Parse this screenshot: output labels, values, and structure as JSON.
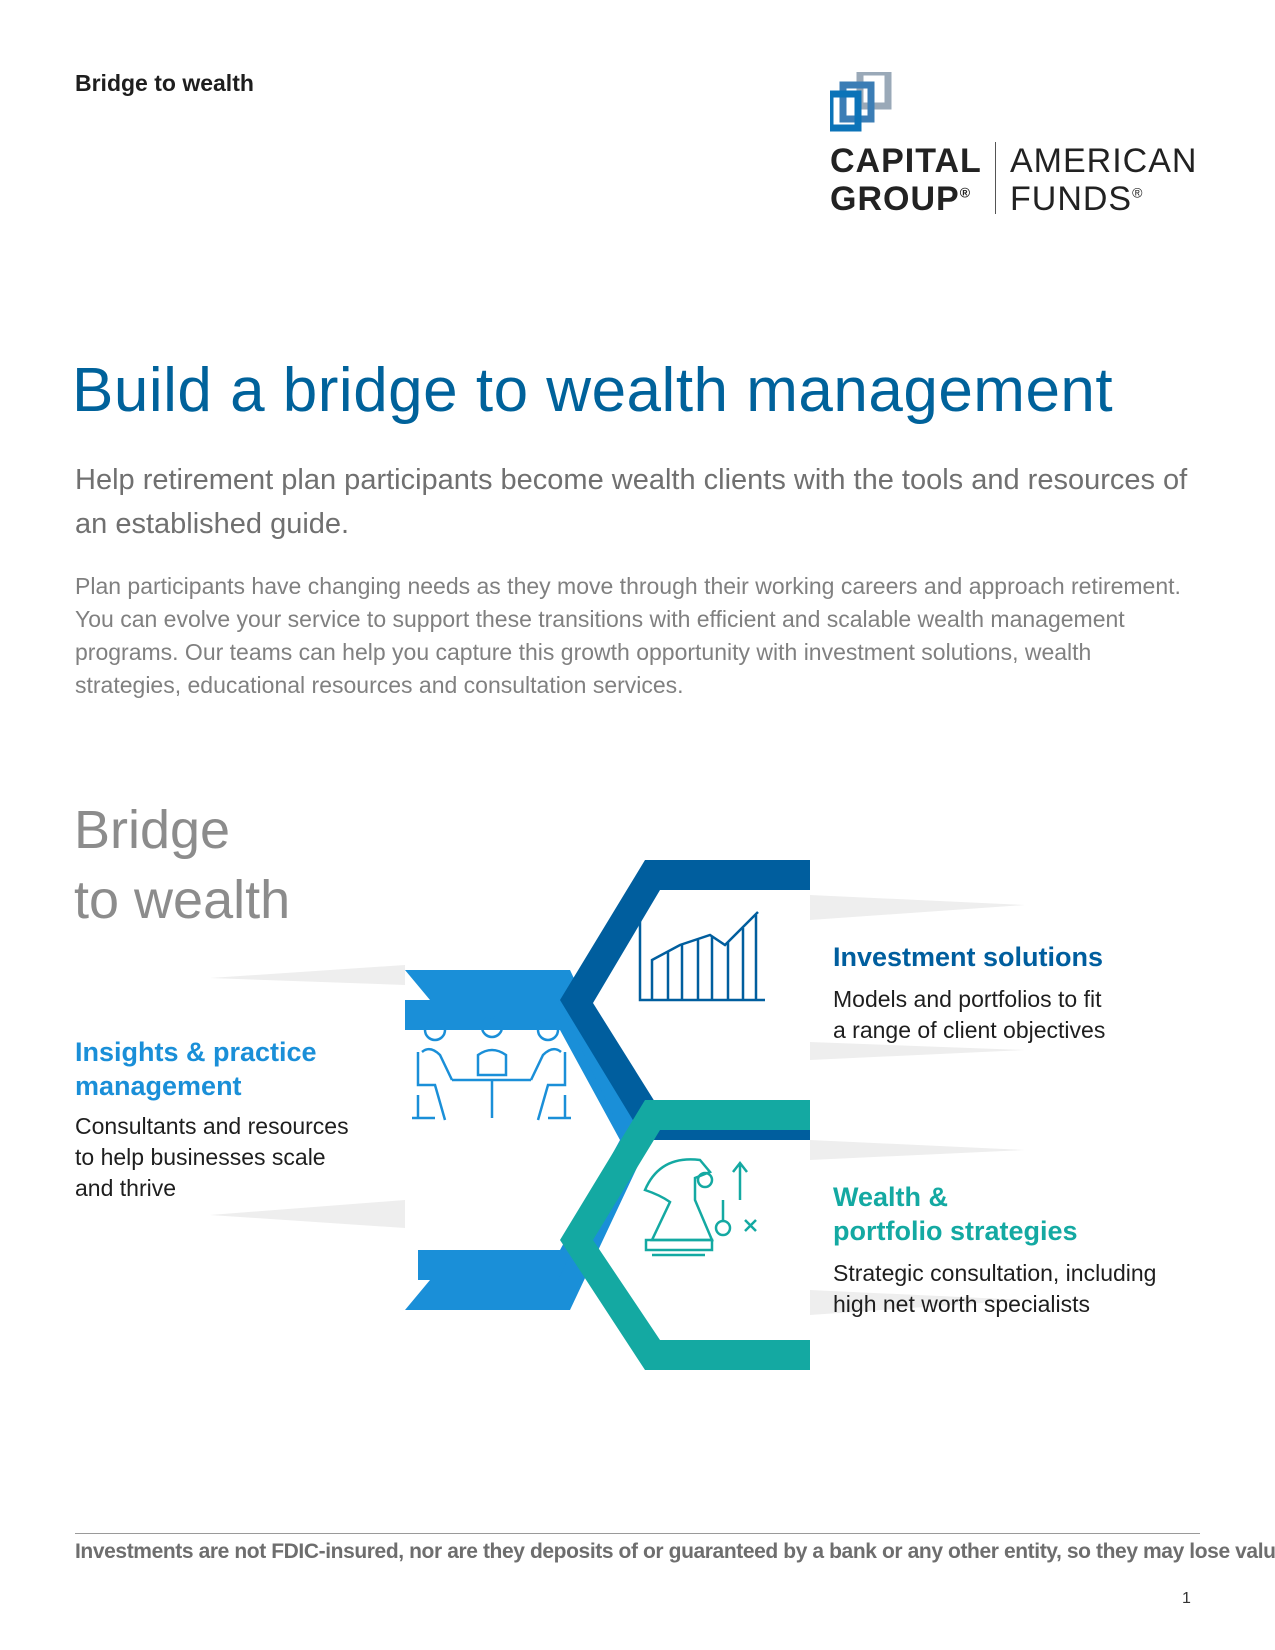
{
  "header": {
    "eyebrow": "Bridge to wealth",
    "logo": {
      "left_line1": "CAPITAL",
      "left_line2": "GROUP",
      "right_line1": "AMERICAN",
      "right_line2": "FUNDS",
      "registered": "®"
    }
  },
  "main": {
    "title": "Build a bridge to wealth management",
    "subtitle": "Help retirement plan participants become wealth clients with the tools and resources of an established guide.",
    "intro": "Plan participants have changing needs as they move through their working careers and approach retirement. You can evolve your service to support these transitions with efficient and scalable wealth management programs. Our teams can help you capture this growth opportunity with investment solutions, wealth strategies, educational resources and consultation services."
  },
  "bridge": {
    "title_line1": "Bridge",
    "title_line2": "to wealth",
    "items": [
      {
        "title_line1": "Insights & practice",
        "title_line2": "management",
        "desc_line1": "Consultants and resources",
        "desc_line2": "to help businesses scale",
        "desc_line3": "and thrive",
        "color": "#1a8fd8",
        "icon": "meeting-people-icon"
      },
      {
        "title": "Investment solutions",
        "desc_line1": "Models and portfolios to fit",
        "desc_line2": "a range of client objectives",
        "color": "#005e9e",
        "icon": "bar-chart-icon"
      },
      {
        "title_line1": "Wealth &",
        "title_line2": "portfolio strategies",
        "desc_line1": "Strategic consultation, including",
        "desc_line2": "high net worth specialists",
        "color": "#14a9a2",
        "icon": "chess-knight-strategy-icon"
      }
    ]
  },
  "footer": {
    "disclaimer": "Investments are not FDIC-insured, nor are they deposits of or guaranteed by a bank or any other entity, so they may lose value.",
    "page_number": "1"
  }
}
